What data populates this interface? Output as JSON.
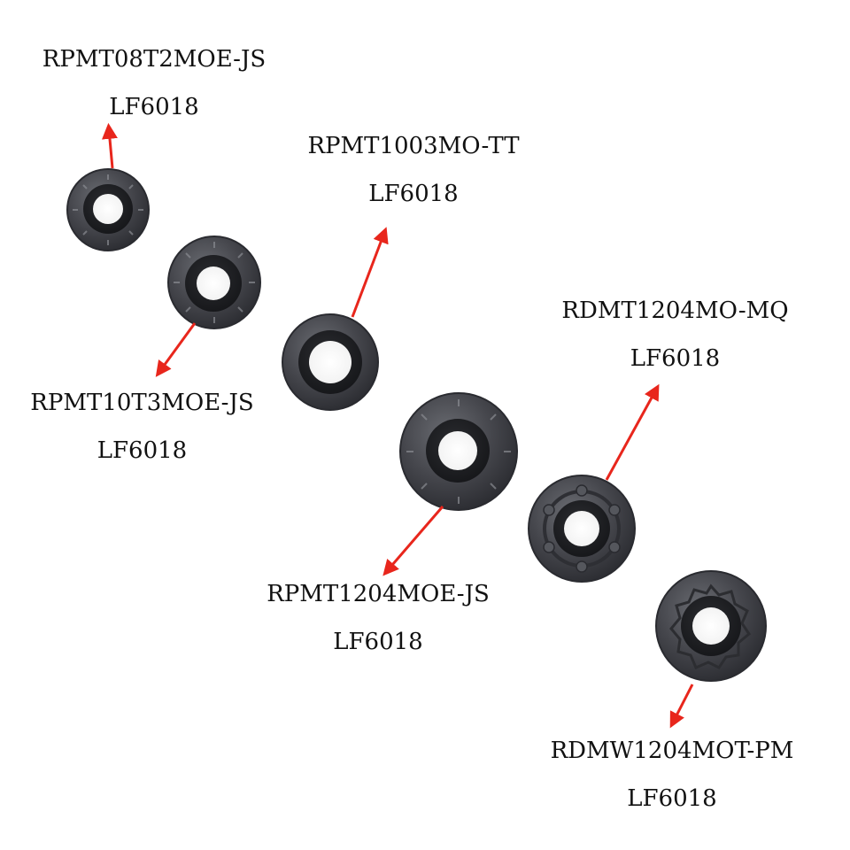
{
  "accent_color": "#e8261c",
  "insert_color": "#3a3b40",
  "inserts": [
    {
      "code": "RPMT08T2MOE-JS",
      "grade": "LF6018"
    },
    {
      "code": "RPMT10T3MOE-JS",
      "grade": "LF6018"
    },
    {
      "code": "RPMT1003MO-TT",
      "grade": "LF6018"
    },
    {
      "code": "RPMT1204MOE-JS",
      "grade": "LF6018"
    },
    {
      "code": "RDMT1204MO-MQ",
      "grade": "LF6018"
    },
    {
      "code": "RDMW1204MOT-PM",
      "grade": "LF6018"
    }
  ]
}
